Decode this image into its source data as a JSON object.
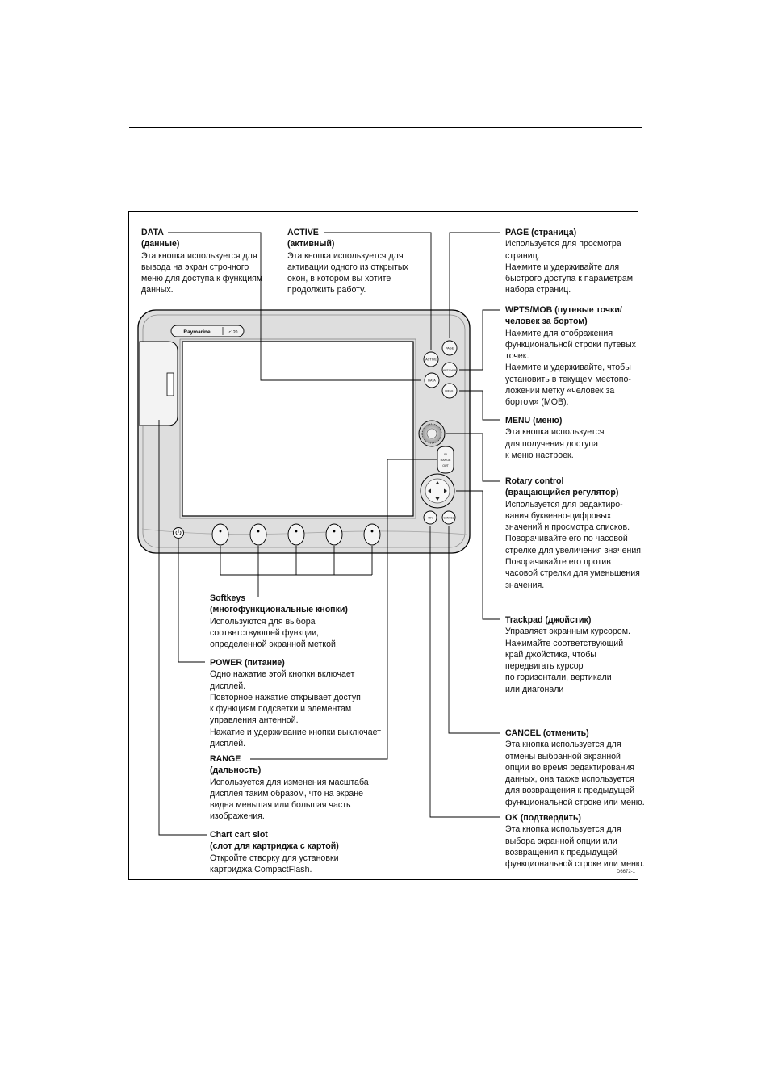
{
  "device": {
    "brand": "Raymarine",
    "model": "c120",
    "buttons": {
      "active": "ACTIVE",
      "page": "PAGE",
      "data": "DATA",
      "wpts_mob": "WPTS MOB",
      "menu": "MENU",
      "range": "RANGE",
      "in": "IN",
      "out": "OUT",
      "ok": "OK",
      "cancel": "CANCEL"
    }
  },
  "callouts": {
    "data": {
      "title": "DATA",
      "subtitle": "(данные)",
      "lines": [
        "Эта кнопка используется для",
        "вывода на экран строчного",
        "меню для доступа к функциям",
        "данных."
      ]
    },
    "active": {
      "title": "ACTIVE",
      "subtitle": "(активный)",
      "lines": [
        "Эта кнопка используется для",
        "активации одного из открытых",
        "окон, в котором вы хотите",
        "продолжить работу."
      ]
    },
    "page": {
      "title": "PAGE (страница)",
      "lines": [
        "Используется для просмотра",
        "страниц.",
        "Нажмите и удерживайте для",
        "быстрого доступа к параметрам",
        "набора страниц."
      ]
    },
    "wpts": {
      "title": "WPTS/MOB (путевые точки/",
      "subtitle": "человек за бортом)",
      "lines": [
        "Нажмите для отображения",
        "функциональной строки путевых",
        "точек.",
        "Нажмите и удерживайте, чтобы",
        "установить в текущем местопо-",
        "ложении метку «человек за",
        "бортом» (MOB)."
      ]
    },
    "menu": {
      "title": "MENU (меню)",
      "lines": [
        "Эта кнопка используется",
        "для получения доступа",
        "к меню настроек."
      ]
    },
    "rotary": {
      "title": "Rotary control",
      "subtitle": "(вращающийся регулятор)",
      "lines": [
        "Используется для редактиро-",
        "вания буквенно-цифровых",
        "значений и просмотра списков.",
        "Поворачивайте его по часовой",
        "стрелке для увеличения значения.",
        "Поворачивайте его против",
        "часовой стрелки для уменьшения",
        "значения."
      ]
    },
    "trackpad": {
      "title": "Trackpad (джойстик)",
      "lines": [
        "Управляет экранным курсором.",
        "Нажимайте соответствующий",
        "край джойстика, чтобы",
        "передвигать курсор",
        "по горизонтали, вертикали",
        "или диагонали"
      ]
    },
    "cancel": {
      "title": "CANCEL (отменить)",
      "lines": [
        "Эта кнопка используется для",
        "отмены выбранной экранной",
        "опции во время редактирования",
        "данных, она также используется",
        "для возвращения к предыдущей",
        "функциональной строке или меню."
      ]
    },
    "ok": {
      "title": "OK (подтвердить)",
      "lines": [
        "Эта кнопка используется для",
        "выбора экранной опции или",
        "возвращения к предыдущей",
        "функциональной строке или меню."
      ]
    },
    "softkeys": {
      "title": "Softkeys",
      "subtitle": "(многофункциональные кнопки)",
      "lines": [
        "Используются для выбора",
        "соответствующей функции,",
        "определенной экранной меткой."
      ]
    },
    "power": {
      "title": "POWER (питание)",
      "lines": [
        "Одно нажатие этой кнопки включает",
        "дисплей.",
        "Повторное нажатие открывает доступ",
        "к функциям подсветки и элементам",
        "управления антенной.",
        "Нажатие и удерживание кнопки выключает",
        "дисплей."
      ]
    },
    "range": {
      "title": "RANGE",
      "subtitle": "(дальность)",
      "lines": [
        "Используется для изменения масштаба",
        "дисплея таким образом, что на экране",
        "видна меньшая или большая часть",
        "изображения."
      ]
    },
    "chart_slot": {
      "title": "Chart cart slot",
      "subtitle": "(слот для картриджа с картой)",
      "lines": [
        "Откройте створку для установки",
        "картриджа CompactFlash."
      ]
    }
  },
  "figure_id": "D6672-1"
}
